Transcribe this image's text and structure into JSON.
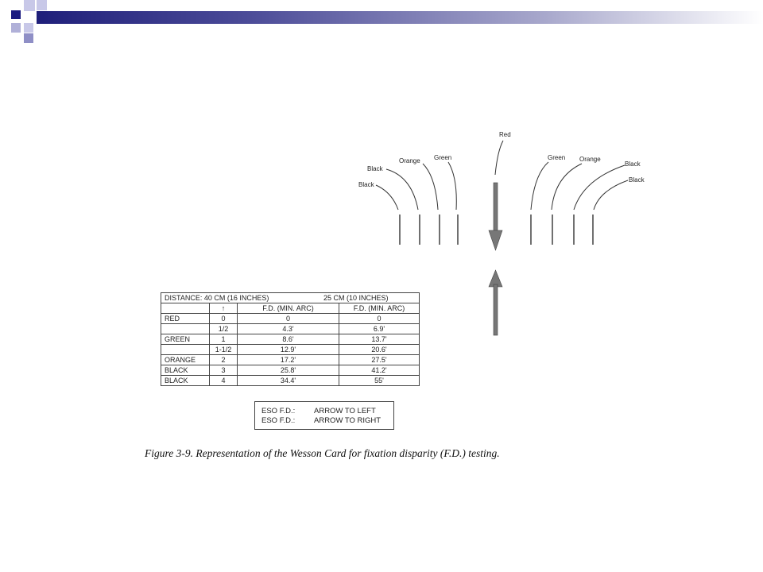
{
  "diagram": {
    "top_label": "Red",
    "left_labels": [
      "Black",
      "Black",
      "Orange",
      "Green"
    ],
    "right_labels": [
      "Green",
      "Orange",
      "Black",
      "Black"
    ]
  },
  "table": {
    "title_left": "DISTANCE:  40 CM (16 INCHES)",
    "title_right": "25 CM (10 INCHES)",
    "header": [
      "",
      "↑",
      "F.D. (MIN. ARC)",
      "F.D. (MIN. ARC)"
    ],
    "rows": [
      [
        "RED",
        "0",
        "0",
        "0"
      ],
      [
        "",
        "1/2",
        "4.3'",
        "6.9'"
      ],
      [
        "GREEN",
        "1",
        "8.6'",
        "13.7'"
      ],
      [
        "",
        "1-1/2",
        "12.9'",
        "20.6'"
      ],
      [
        "ORANGE",
        "2",
        "17.2'",
        "27.5'"
      ],
      [
        "BLACK",
        "3",
        "25.8'",
        "41.2'"
      ],
      [
        "BLACK",
        "4",
        "34.4'",
        "55'"
      ]
    ]
  },
  "legend": {
    "line1_key": "ESO F.D.:",
    "line1_val": "ARROW TO LEFT",
    "line2_key": "ESO F.D.:",
    "line2_val": "ARROW TO RIGHT"
  },
  "caption": "Figure 3-9. Representation of the Wesson Card for fixation disparity (F.D.) testing.",
  "colors": {
    "header_dark": "#1f1f7a",
    "header_light": "#c8c8e8",
    "arrow": "#777777"
  }
}
